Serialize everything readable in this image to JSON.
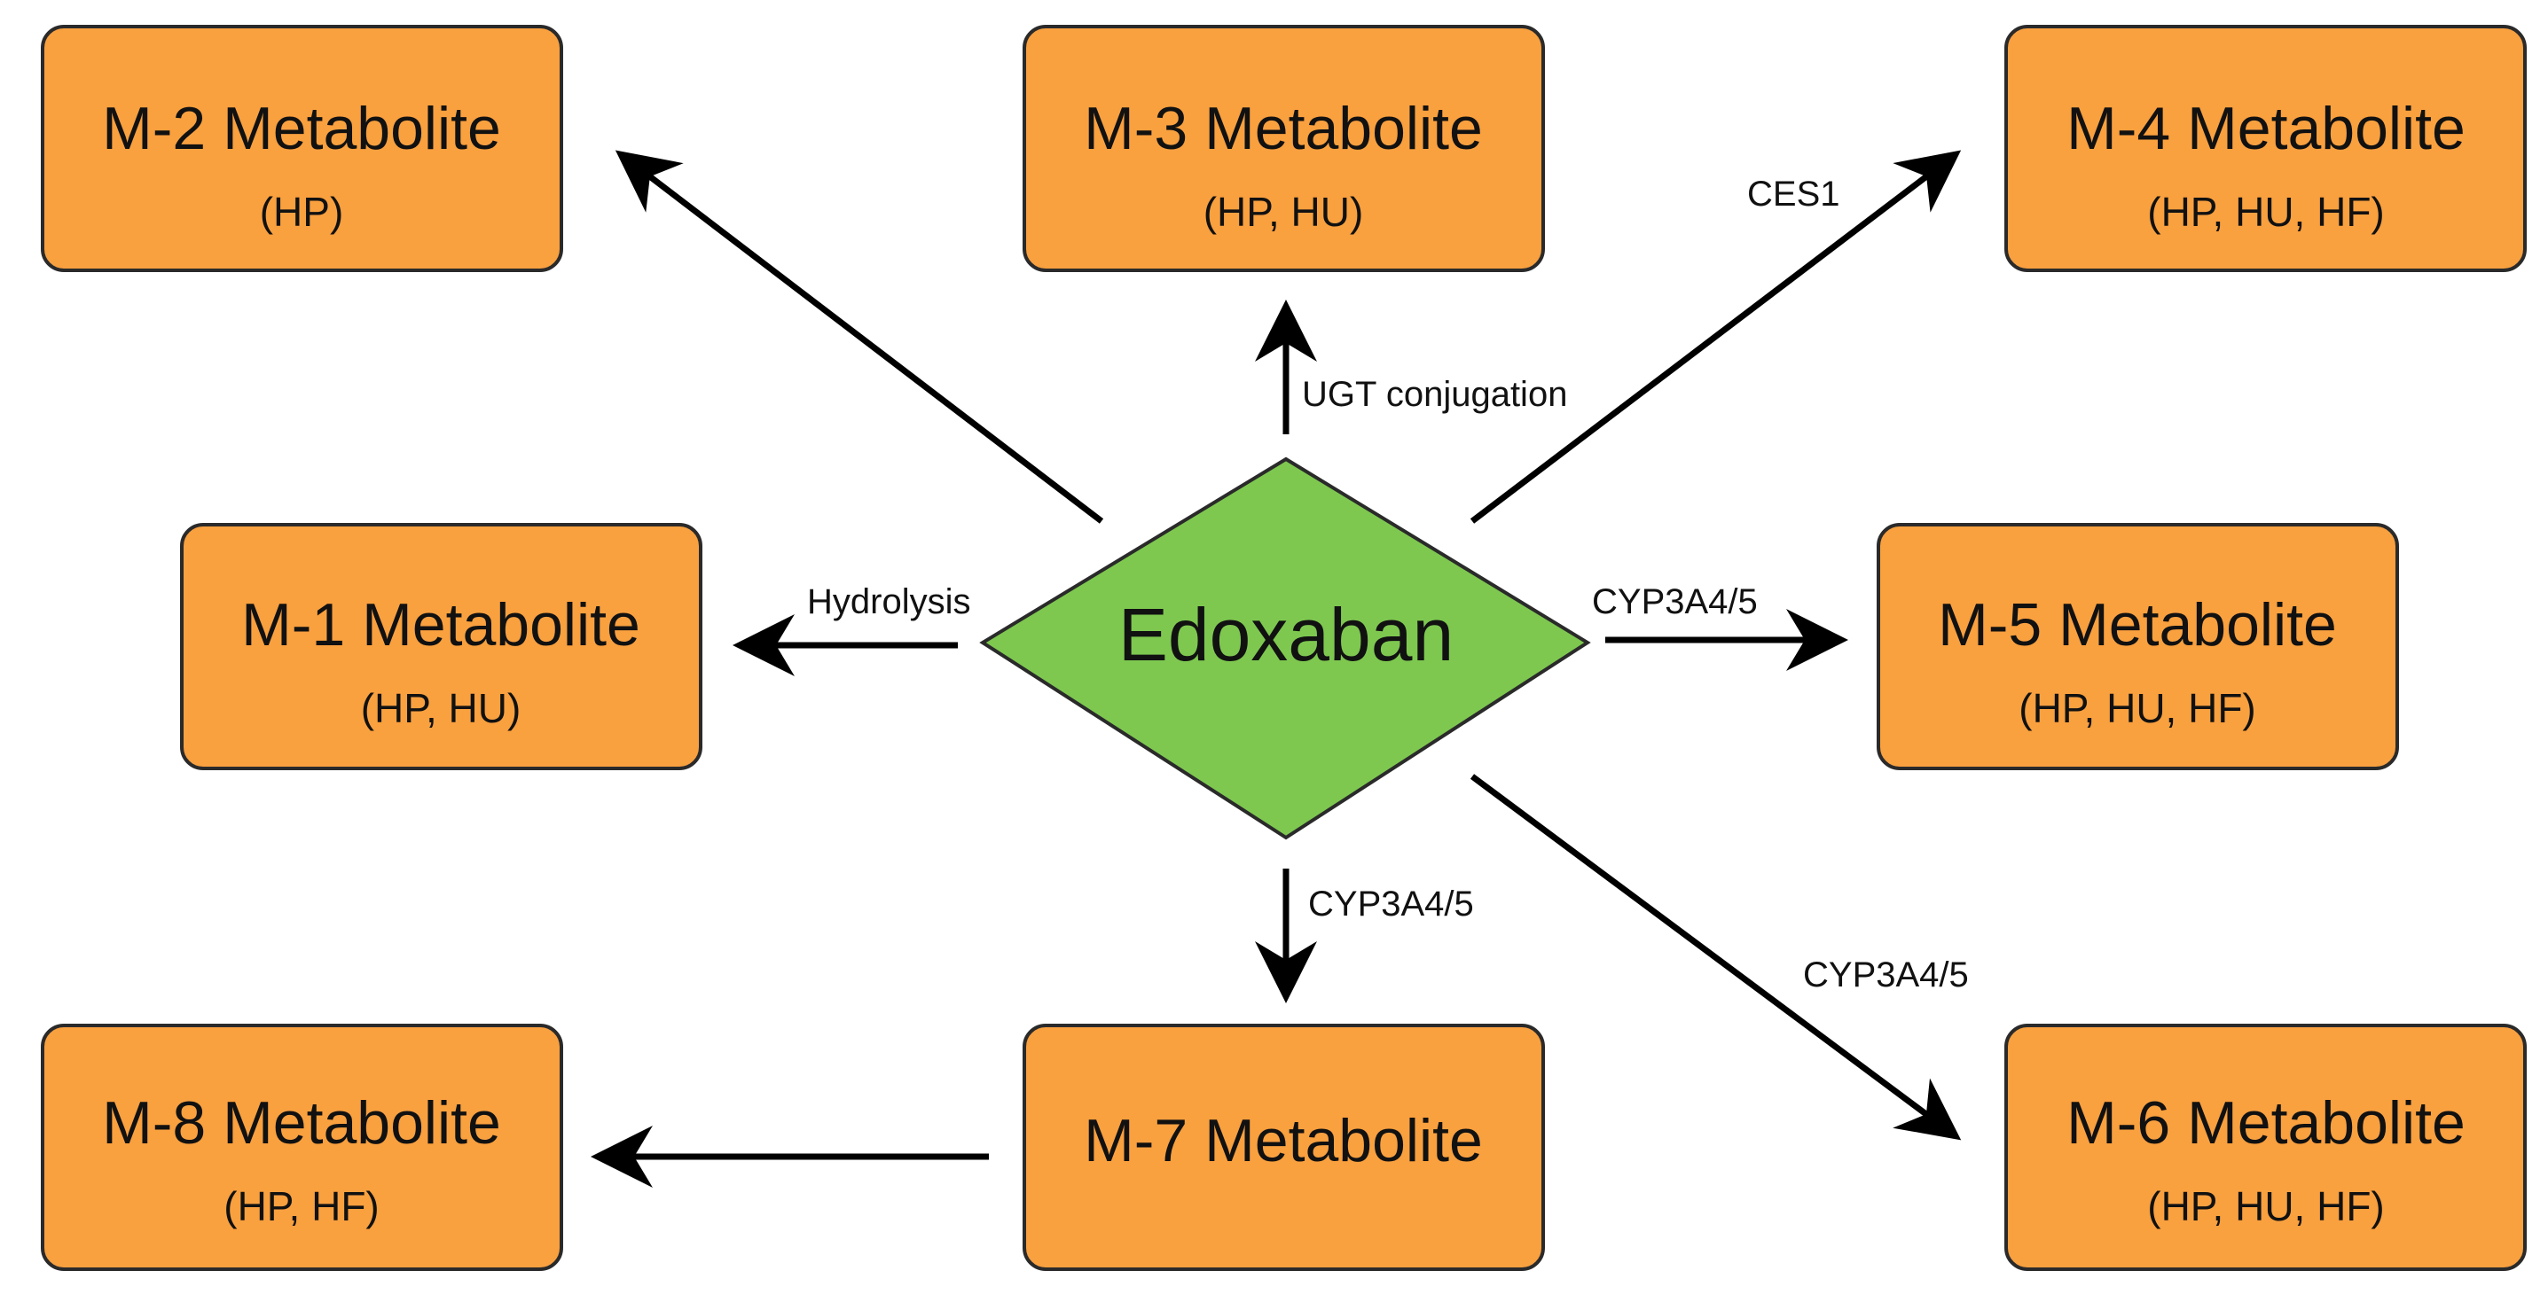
{
  "center": {
    "label": "Edoxaban"
  },
  "nodes": [
    {
      "id": "m2",
      "title": "M-2 Metabolite",
      "sub": "(HP)"
    },
    {
      "id": "m3",
      "title": "M-3 Metabolite",
      "sub": "(HP, HU)"
    },
    {
      "id": "m4",
      "title": "M-4 Metabolite",
      "sub": "(HP, HU, HF)"
    },
    {
      "id": "m1",
      "title": "M-1 Metabolite",
      "sub": "(HP, HU)"
    },
    {
      "id": "m5",
      "title": "M-5 Metabolite",
      "sub": "(HP, HU, HF)"
    },
    {
      "id": "m8",
      "title": "M-8 Metabolite",
      "sub": "(HP, HF)"
    },
    {
      "id": "m7",
      "title": "M-7 Metabolite",
      "sub": ""
    },
    {
      "id": "m6",
      "title": "M-6 Metabolite",
      "sub": "(HP, HU, HF)"
    }
  ],
  "edges": [
    {
      "from": "Edoxaban",
      "to": "M-2 Metabolite",
      "label": ""
    },
    {
      "from": "Edoxaban",
      "to": "M-3 Metabolite",
      "label": "UGT conjugation"
    },
    {
      "from": "Edoxaban",
      "to": "M-4 Metabolite",
      "label": "CES1"
    },
    {
      "from": "Edoxaban",
      "to": "M-1 Metabolite",
      "label": "Hydrolysis"
    },
    {
      "from": "Edoxaban",
      "to": "M-5 Metabolite",
      "label": "CYP3A4/5"
    },
    {
      "from": "Edoxaban",
      "to": "M-7 Metabolite",
      "label": "CYP3A4/5"
    },
    {
      "from": "Edoxaban",
      "to": "M-6 Metabolite",
      "label": "CYP3A4/5"
    },
    {
      "from": "M-7 Metabolite",
      "to": "M-8 Metabolite",
      "label": ""
    }
  ],
  "colors": {
    "node_fill": "#f9a03f",
    "center_fill": "#7ec850",
    "stroke": "#2a2a2a",
    "arrow": "#000000"
  }
}
